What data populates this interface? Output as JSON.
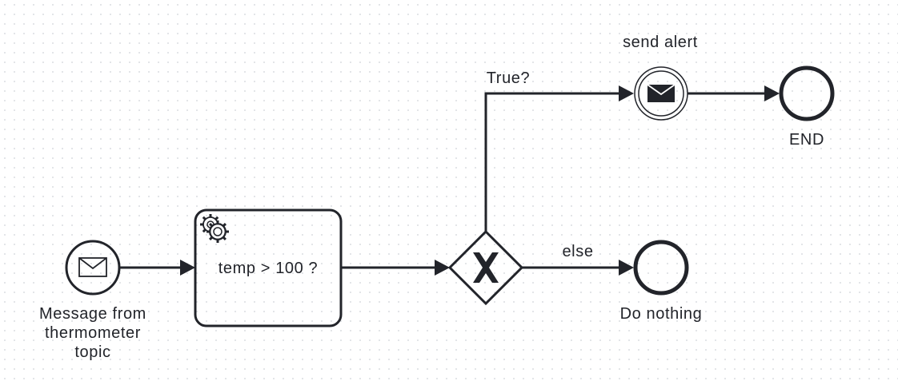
{
  "colors": {
    "stroke": "#22242a",
    "background": "#ffffff",
    "grid_dots": "#cfd3d8"
  },
  "diagram": {
    "start_event": {
      "icon": "envelope-icon",
      "label_lines": [
        "Message from",
        "thermometer",
        "topic"
      ]
    },
    "task": {
      "icon": "gears-icon",
      "label": "temp > 100 ?"
    },
    "gateway": {
      "icon": "x-icon",
      "type": "exclusive"
    },
    "flows": {
      "true_label": "True?",
      "else_label": "else"
    },
    "intermediate_event": {
      "icon": "filled-envelope-icon",
      "label": "send alert"
    },
    "end_event_top": {
      "label": "END"
    },
    "end_event_bottom": {
      "label": "Do nothing"
    }
  }
}
